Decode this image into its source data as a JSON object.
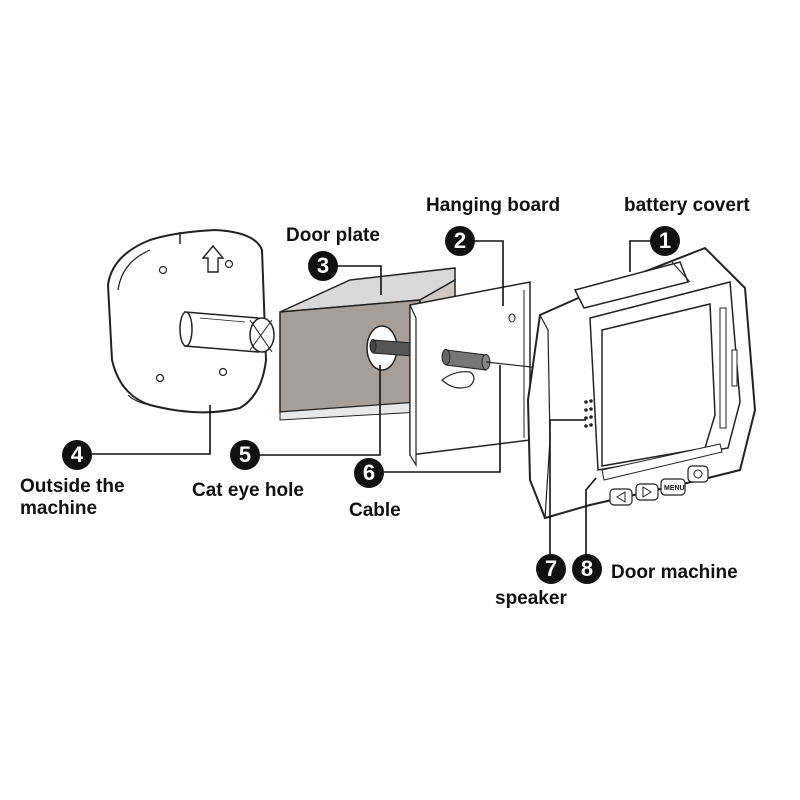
{
  "parts": [
    {
      "number": "1",
      "label": "battery covert"
    },
    {
      "number": "2",
      "label": "Hanging board"
    },
    {
      "number": "3",
      "label": "Door plate"
    },
    {
      "number": "4",
      "label": "Outside the machine"
    },
    {
      "number": "5",
      "label": "Cat eye hole"
    },
    {
      "number": "6",
      "label": "Cable"
    },
    {
      "number": "7",
      "label": "speaker"
    },
    {
      "number": "8",
      "label": "Door machine"
    }
  ],
  "device_buttons": [
    "MENU"
  ]
}
